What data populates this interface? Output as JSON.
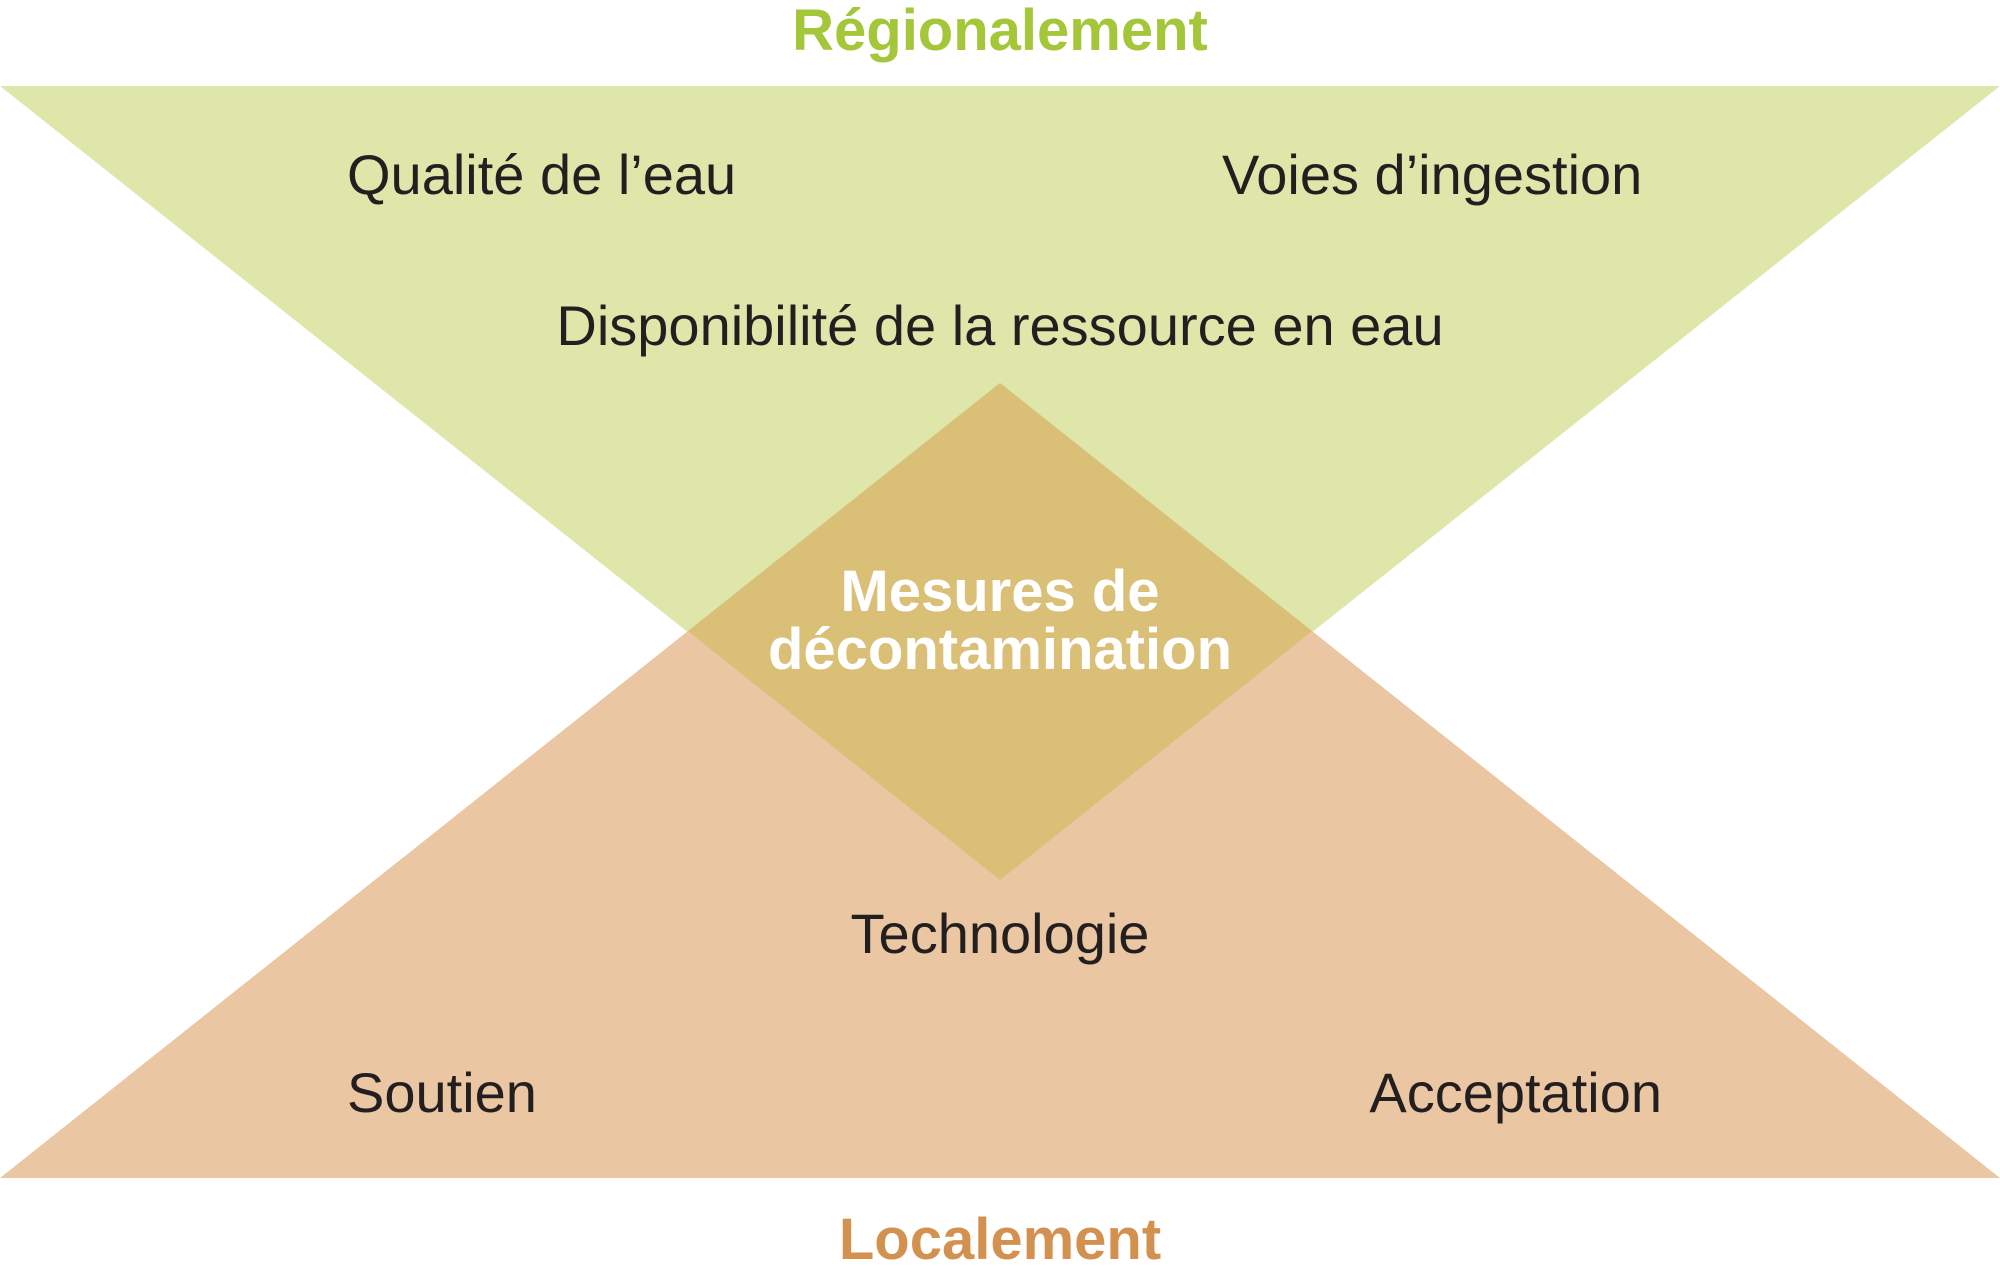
{
  "colors": {
    "regional_fill": "#dfe6aa",
    "local_fill": "#eac6a2",
    "overlap_fill": "#dabf77",
    "regional_text": "#a4c639",
    "local_text": "#d39150",
    "text": "#231f20",
    "center_text": "#ffffff"
  },
  "top_label": "Régionalement",
  "bottom_label": "Localement",
  "center": {
    "line1": "Mesures de",
    "line2": "décontamination"
  },
  "regional_factors": {
    "left": "Qualité de l’eau",
    "right": "Voies d’ingestion",
    "center": "Disponibilité de la ressource en eau"
  },
  "local_factors": {
    "center": "Technologie",
    "left": "Soutien",
    "right": "Acceptation"
  }
}
